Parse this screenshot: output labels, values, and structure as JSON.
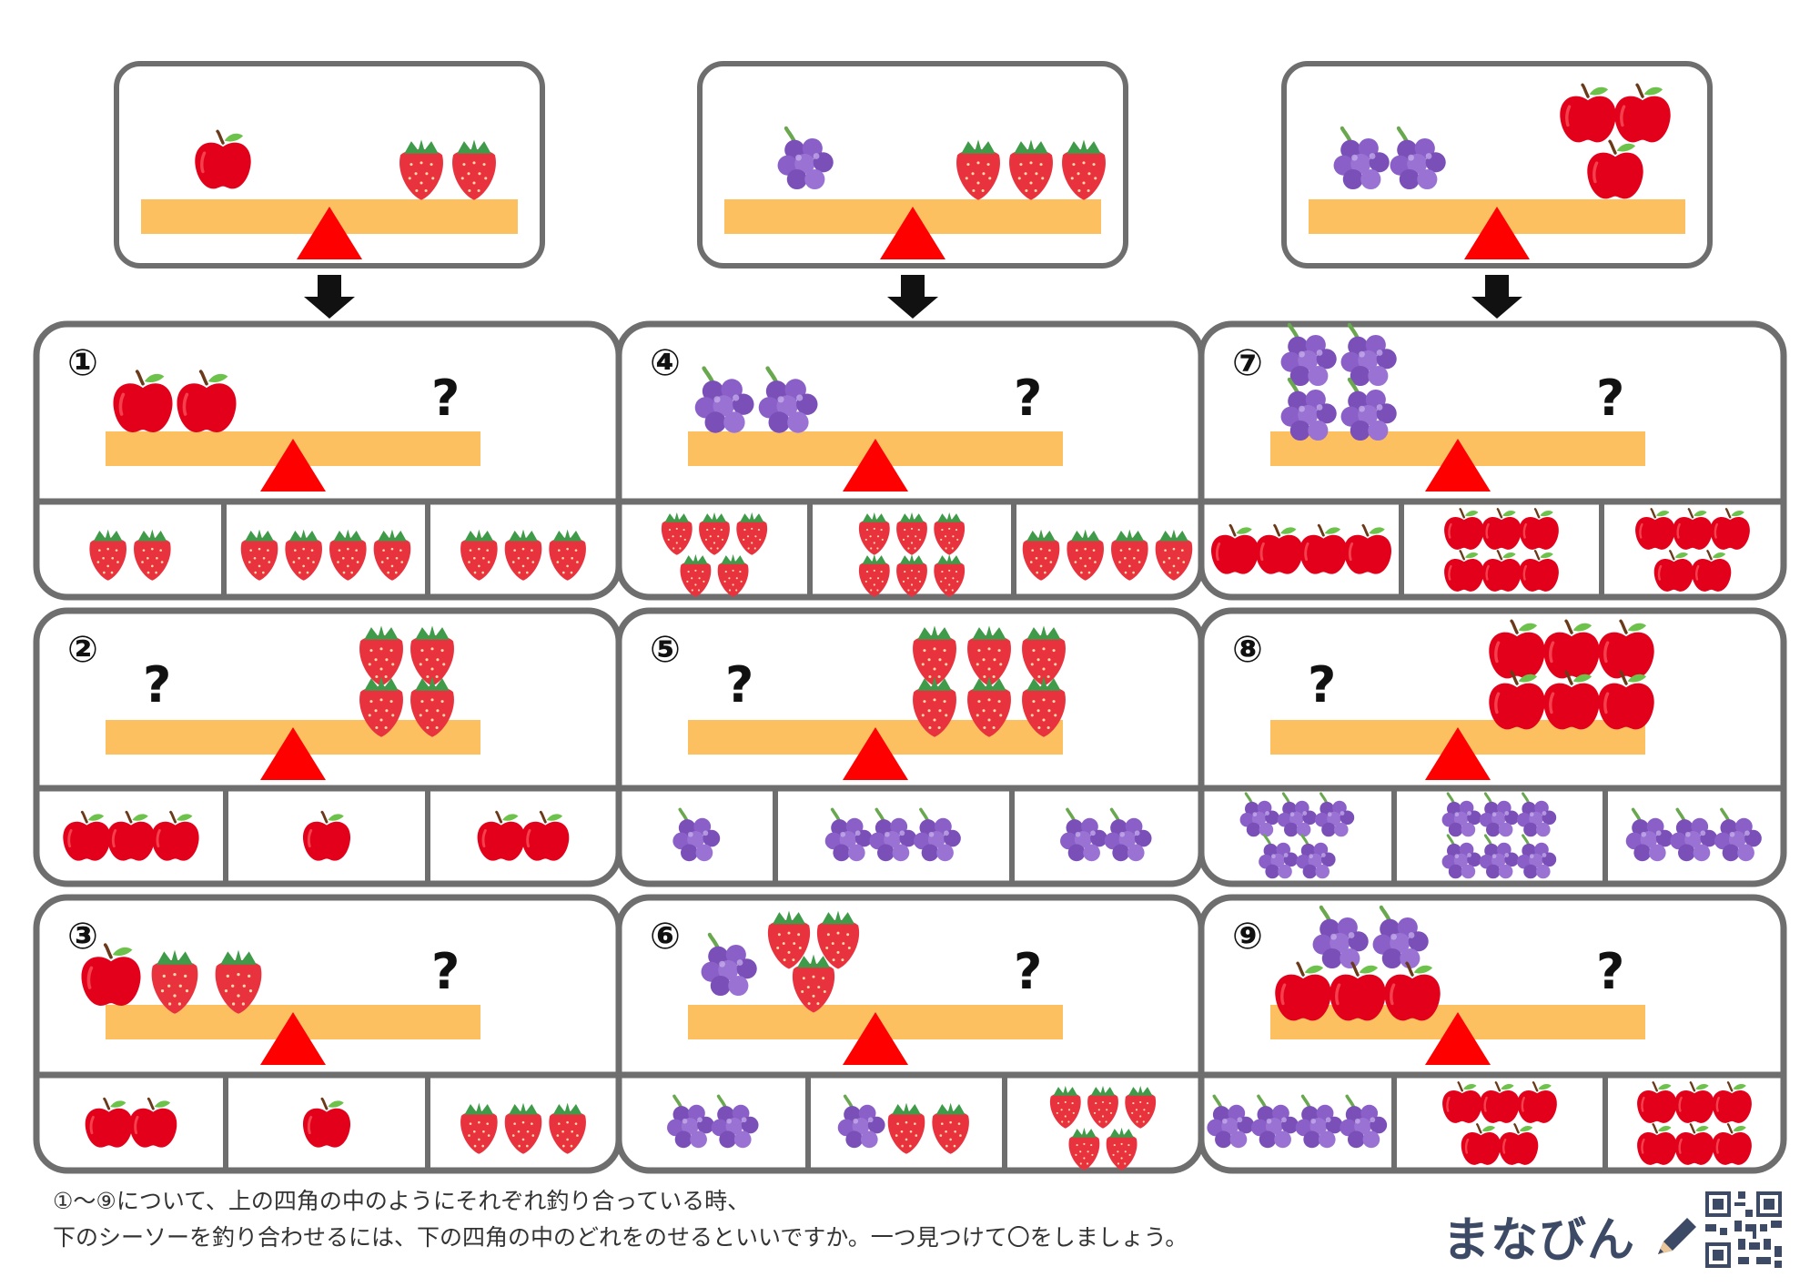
{
  "instructions": {
    "line1": "①〜⑨について、上の四角の中のようにそれぞれ釣り合っている時、",
    "line2": "下のシーソーを釣り合わせるには、下の四角の中のどれをのせるといいですか。一つ見つけて〇をしましょう。"
  },
  "brand": "まなびん",
  "question_mark": "?",
  "colors": {
    "apple": "#e3001b",
    "strawberry": "#e8333e",
    "grape": "#8a5fc7",
    "plank": "#fcc061",
    "fulcrum": "#ff0000",
    "frame": "#6e6e6e"
  },
  "legends": [
    {
      "left": {
        "apple": 1
      },
      "right": {
        "strawberry": 2
      }
    },
    {
      "left": {
        "grape": 1
      },
      "right": {
        "strawberry": 3
      }
    },
    {
      "left": {
        "grape": 2
      },
      "right": {
        "apple": 3
      }
    }
  ],
  "problems": [
    {
      "label": "①",
      "given": {
        "apple": 2
      },
      "given_side": "left",
      "options": [
        {
          "strawberry": 2
        },
        {
          "strawberry": 4
        },
        {
          "strawberry": 3
        }
      ]
    },
    {
      "label": "②",
      "given": {
        "strawberry": 4
      },
      "given_side": "right",
      "options": [
        {
          "apple": 3
        },
        {
          "apple": 1
        },
        {
          "apple": 2
        }
      ]
    },
    {
      "label": "③",
      "given": {
        "apple": 1,
        "strawberry": 2
      },
      "given_side": "left",
      "options": [
        {
          "apple": 2
        },
        {
          "apple": 1
        },
        {
          "strawberry": 3
        }
      ]
    },
    {
      "label": "④",
      "given": {
        "grape": 2
      },
      "given_side": "left",
      "options": [
        {
          "strawberry": 5
        },
        {
          "strawberry": 6
        },
        {
          "strawberry": 4
        }
      ]
    },
    {
      "label": "⑤",
      "given": {
        "strawberry": 6
      },
      "given_side": "right",
      "options": [
        {
          "grape": 1
        },
        {
          "grape": 3
        },
        {
          "grape": 2
        }
      ]
    },
    {
      "label": "⑥",
      "given": {
        "grape": 1,
        "strawberry": 3
      },
      "given_side": "left",
      "options": [
        {
          "grape": 2
        },
        {
          "grape": 1,
          "strawberry": 2
        },
        {
          "strawberry": 5
        }
      ]
    },
    {
      "label": "⑦",
      "given": {
        "grape": 4
      },
      "given_side": "left",
      "options": [
        {
          "apple": 4
        },
        {
          "apple": 6
        },
        {
          "apple": 5
        }
      ]
    },
    {
      "label": "⑧",
      "given": {
        "apple": 6
      },
      "given_side": "right",
      "options": [
        {
          "grape": 5
        },
        {
          "grape": 6
        },
        {
          "grape": 3
        }
      ]
    },
    {
      "label": "⑨",
      "given": {
        "grape": 2,
        "apple": 3
      },
      "given_side": "left",
      "options": [
        {
          "grape": 4
        },
        {
          "apple": 5
        },
        {
          "apple": 6
        }
      ]
    }
  ]
}
